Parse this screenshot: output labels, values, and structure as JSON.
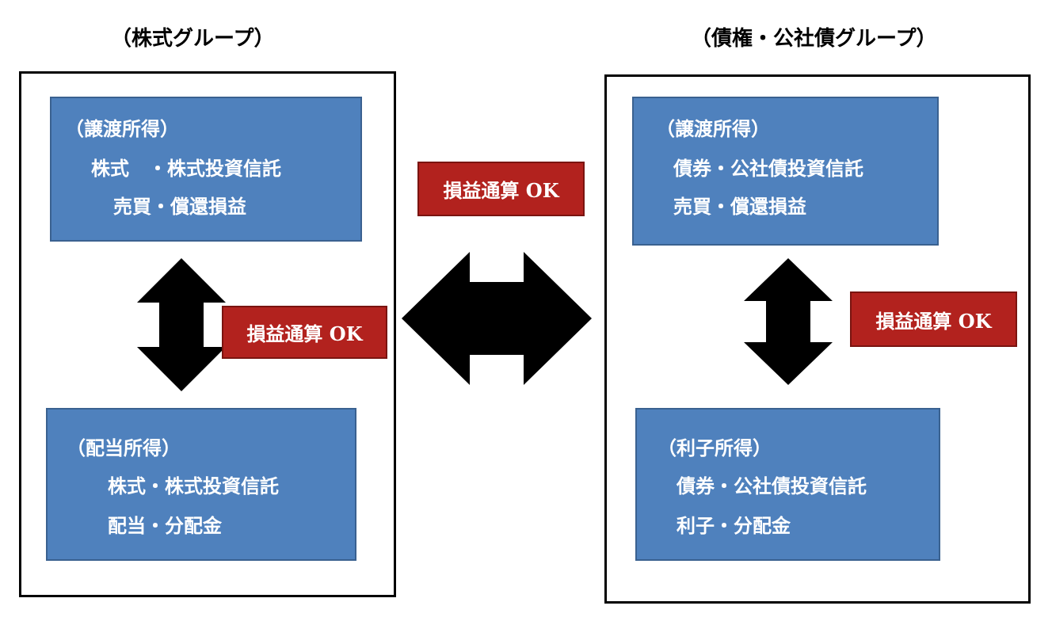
{
  "stock_group": {
    "title": "（株式グループ）",
    "capital_gains": {
      "heading": "（譲渡所得）",
      "line1": "株式　・株式投資信託",
      "line2": "売買・償還損益"
    },
    "dividend": {
      "heading": "（配当所得）",
      "line1": "株式・株式投資信託",
      "line2": "配当・分配金"
    },
    "offset_label": "損益通算 OK"
  },
  "bond_group": {
    "title": "（債権・公社債グループ）",
    "capital_gains": {
      "heading": "（譲渡所得）",
      "line1": "債券・公社債投資信託",
      "line2": "売買・償還損益"
    },
    "interest": {
      "heading": "（利子所得）",
      "line1": "債券・公社債投資信託",
      "line2": "利子・分配金"
    },
    "offset_label": "損益通算 OK"
  },
  "between_groups": {
    "offset_label": "損益通算 OK"
  },
  "colors": {
    "box_fill": "#4f81bd",
    "ok_fill": "#b2221e",
    "arrow": "#000000"
  }
}
